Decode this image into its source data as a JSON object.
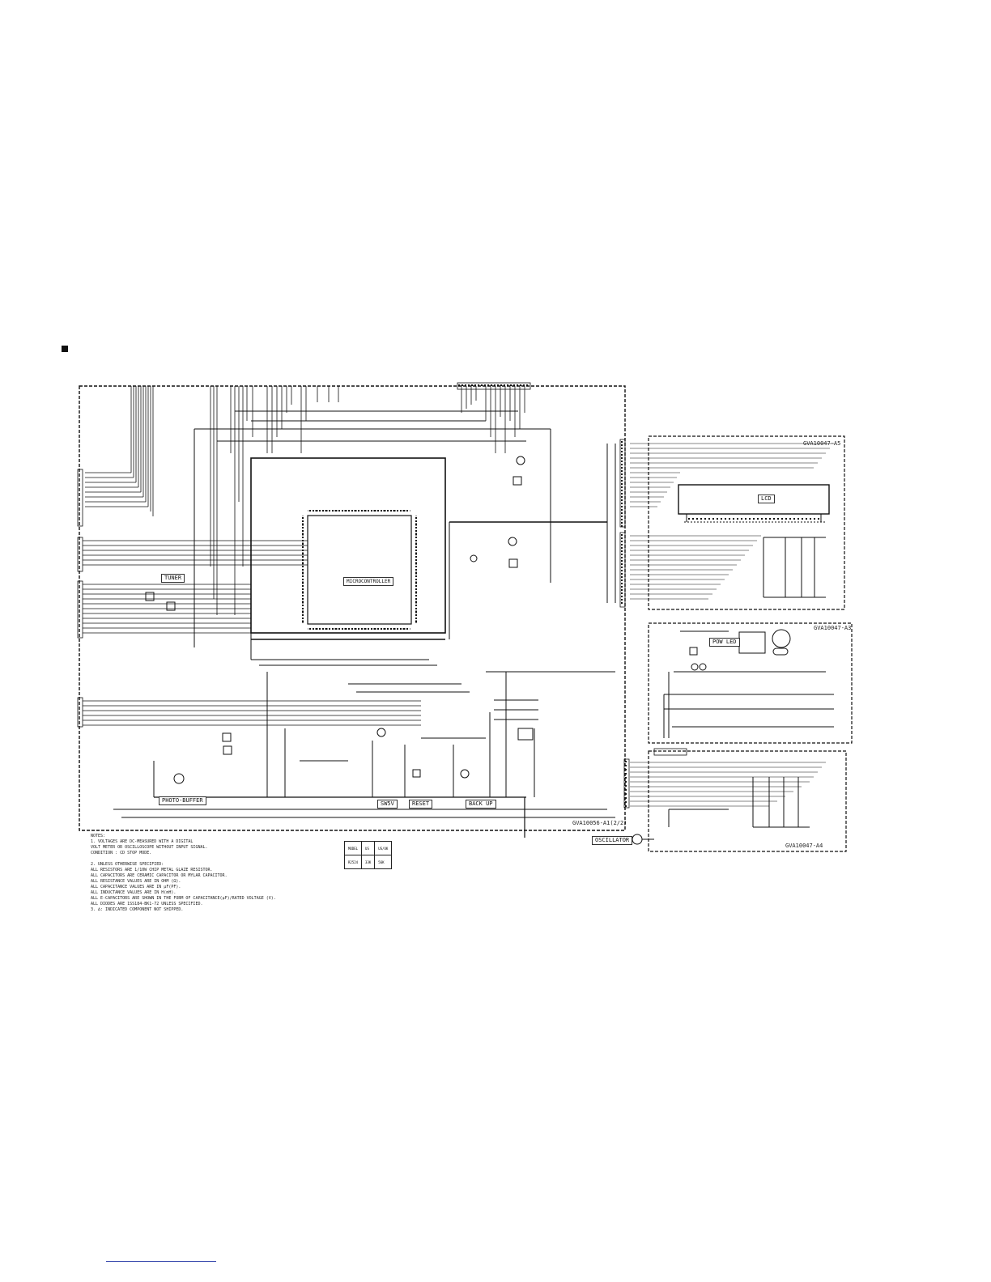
{
  "boards": {
    "main": "GVA10056-A1(2/2)",
    "lcd": "GVA10047-A5",
    "power": "GVA10047-A3",
    "sub": "GVA10047-A4"
  },
  "blocks": {
    "mcu": "MICROCONTROLLER",
    "tuner": "TUNER",
    "photo": "PHOTO-BUFFER",
    "sw": "SW5V",
    "reset": "RESET",
    "backup": "BACK UP",
    "lcd": "LCD",
    "pow_led": "POW LED",
    "osc": "OSCILLATOR"
  },
  "notes": [
    "NOTES:",
    "1. VOLTAGES ARE DC-MEASURED WITH A DIGITAL",
    "   VOLT METER OR OSCILLOSCOPE WITHOUT INPUT SIGNAL.",
    "   CONDITION : CD STOP MODE.",
    "",
    "2. UNLESS OTHERWISE SPECIFIED:",
    "   ALL RESISTORS ARE 1/10W CHIP METAL GLAZE RESISTOR.",
    "   ALL CAPACITORS ARE CERAMIC CAPACITOR OR MYLAR CAPACITOR.",
    "   ALL RESISTANCE VALUES ARE IN OHM (Ω).",
    "   ALL CAPACITANCE VALUES ARE IN μF(PF).",
    "   ALL INDUCTANCE VALUES ARE IN H(mH).",
    "   ALL E-CAPACITORS ARE SHOWN IN THE FORM OF CAPACITANCE(μF)/RATED VOLTAGE (V).",
    "   ALL DIODES ARE 1SS184-BK1-72 UNLESS SPECIFIED.",
    "3. ∆: INDICATED COMPONENT NOT SHIPPED."
  ],
  "mode_table": {
    "header_left": "MODEL",
    "header_mid": "US",
    "header_right": "US/UK",
    "row_label": "R2524",
    "row_mid": "33K",
    "row_right": "56K"
  }
}
